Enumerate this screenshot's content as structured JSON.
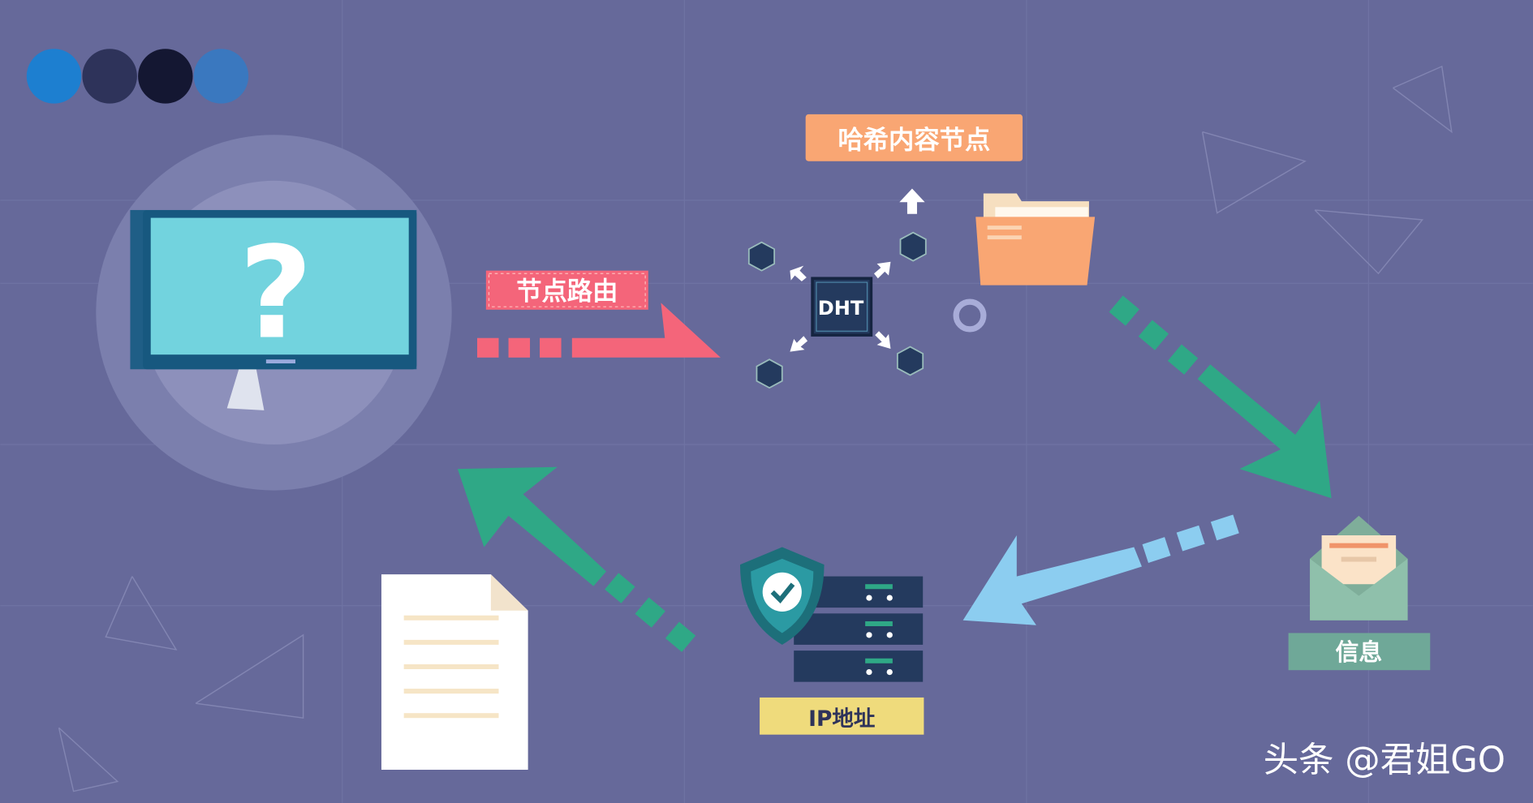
{
  "labels": {
    "route": "节点路由",
    "hash_node": "哈希内容节点",
    "dht": "DHT",
    "ip": "IP地址",
    "info": "信息",
    "question": "?"
  },
  "watermark": "头条 @君姐GO",
  "colors": {
    "background": "#66699a",
    "route": "#f4657a",
    "hash_node": "#f9a673",
    "green_arrow": "#2fa886",
    "blue_arrow": "#8ccdf0",
    "ip": "#efdb7c",
    "info": "#6fa898",
    "monitor": "#72d3de",
    "dark": "#243a5e"
  },
  "icons": [
    "monitor-icon",
    "folder-icon",
    "dht-node-icon",
    "shield-check-icon",
    "server-icon",
    "envelope-icon",
    "document-icon"
  ]
}
